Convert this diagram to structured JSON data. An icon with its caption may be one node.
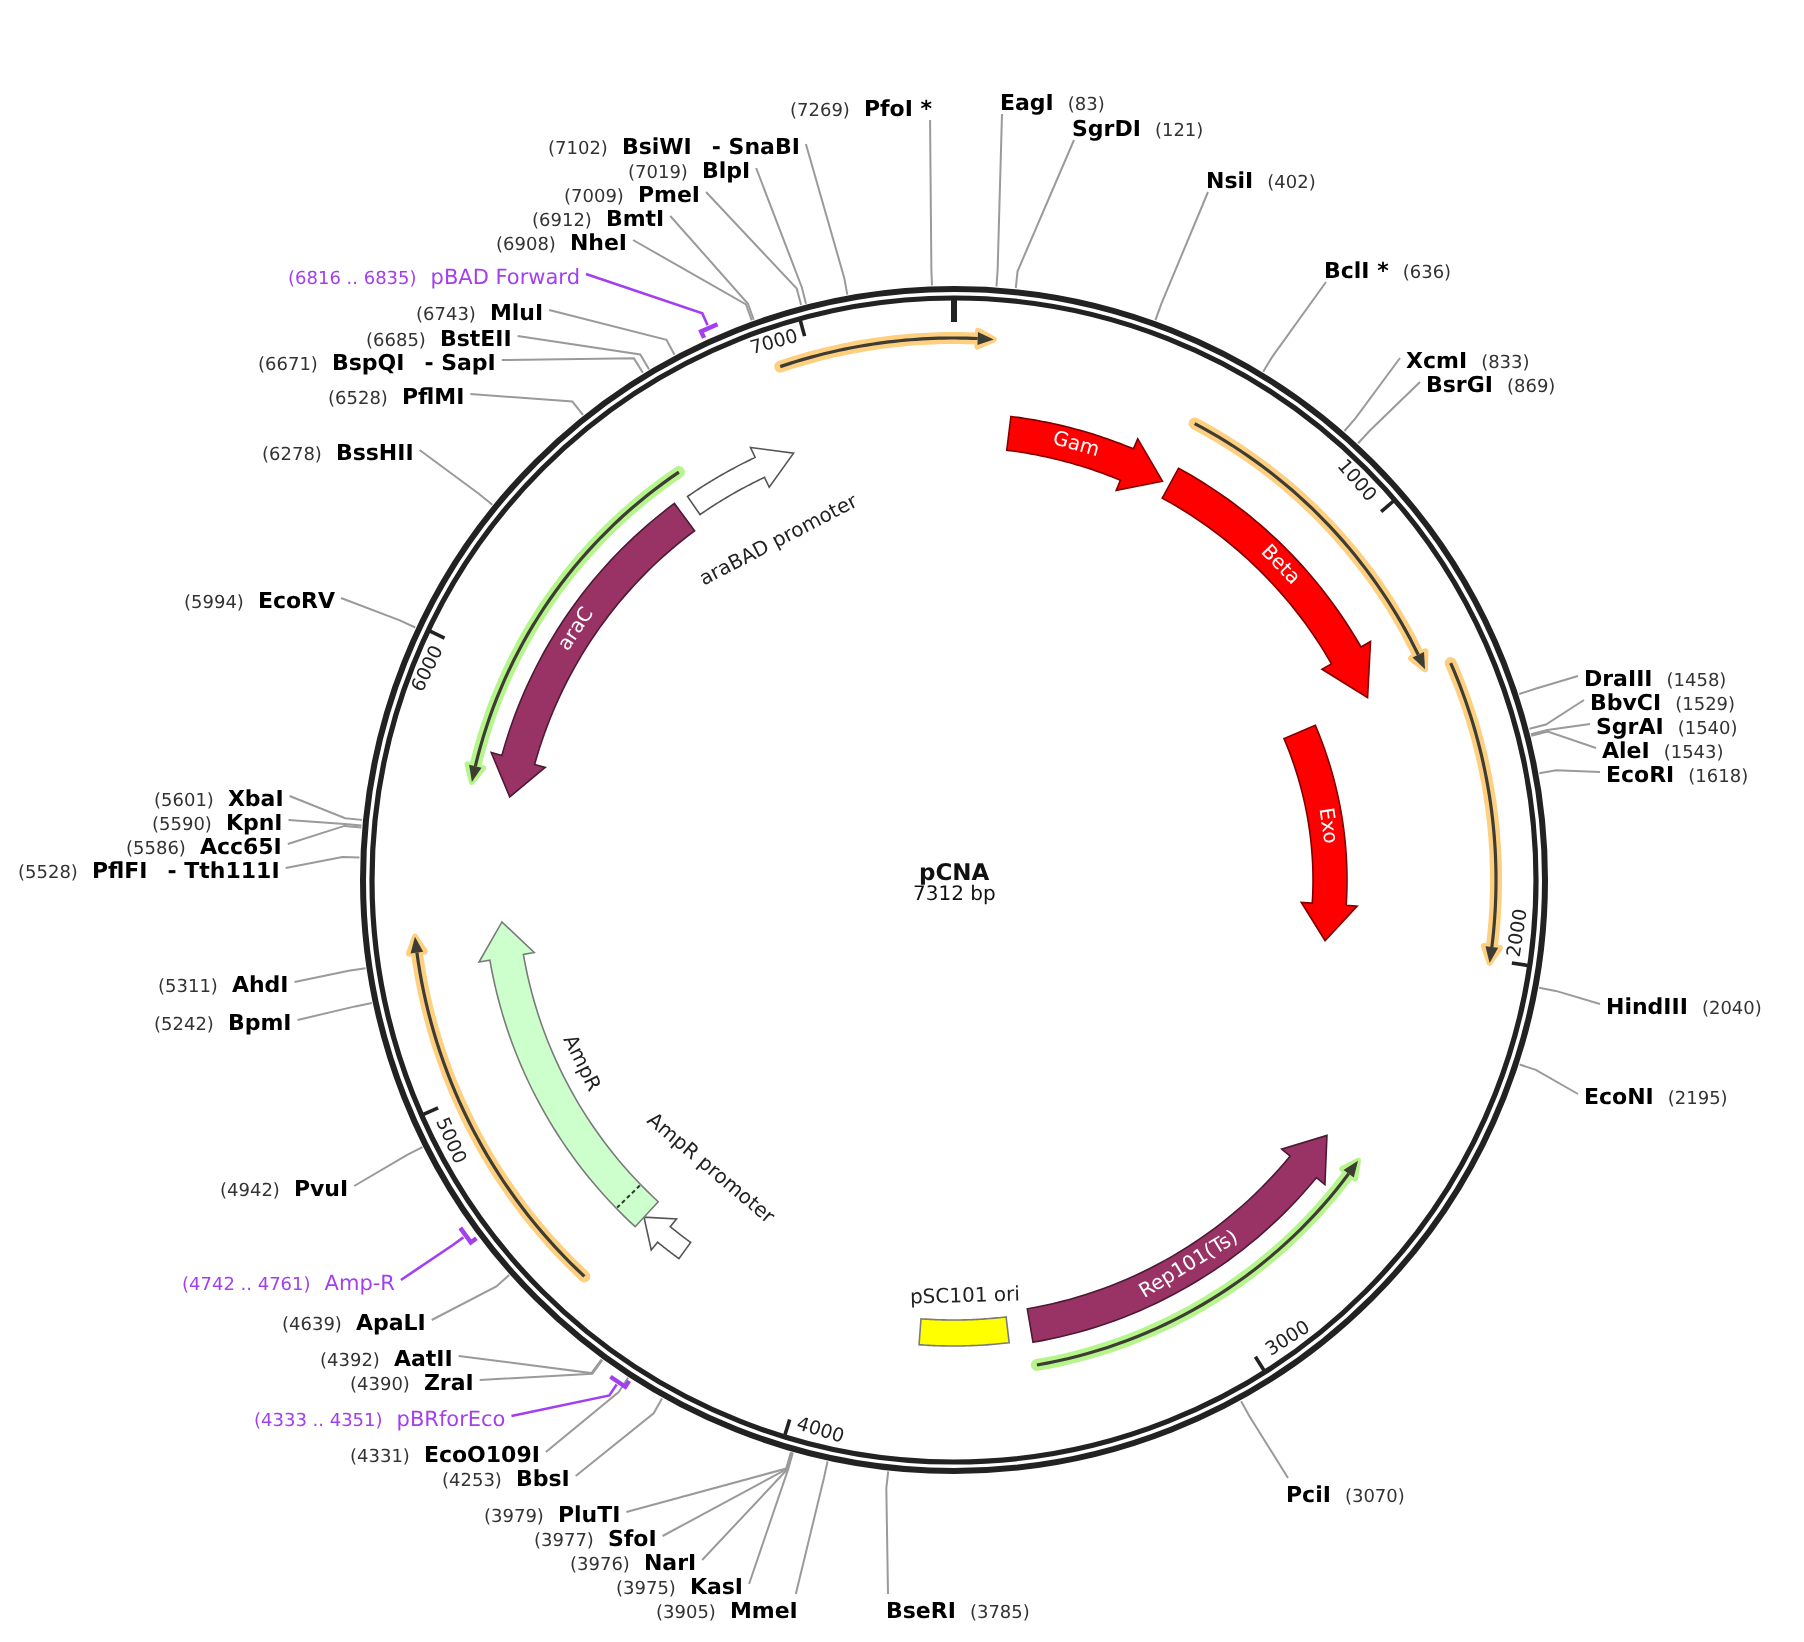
{
  "diagram": {
    "nodes": [
      {
        "text": [
          "pCNA",
          "7312 bp"
        ]
      },
      {
        "text": [
          "Gam"
        ],
        "in": 0
      },
      {
        "text": [
          "Beta"
        ],
        "in": 0
      },
      {
        "text": [
          "Exo"
        ],
        "in": 0
      },
      {
        "text": [
          "Rep101(Ts)"
        ],
        "in": 0
      },
      {
        "text": [
          "pSC101 ori"
        ],
        "in": 0
      },
      {
        "text": [
          "AmpR promoter"
        ],
        "in": 0
      },
      {
        "text": [
          "AmpR"
        ],
        "in": 0
      },
      {
        "text": [
          "araC"
        ],
        "in": 0
      },
      {
        "text": [
          "araBAD promoter"
        ],
        "in": 0
      },
      {
        "text": [
          "EagI",
          "(83)"
        ]
      },
      {
        "text": [
          "SgrDI",
          "(121)"
        ]
      },
      {
        "text": [
          "NsiI",
          "(402)"
        ]
      },
      {
        "text": [
          "BclI *",
          "(636)"
        ]
      },
      {
        "text": [
          "XcmI",
          "(833)"
        ]
      },
      {
        "text": [
          "BsrGI",
          "(869)"
        ]
      },
      {
        "text": [
          "DraIII",
          "(1458)"
        ]
      },
      {
        "text": [
          "BbvCI",
          "(1529)"
        ]
      },
      {
        "text": [
          "SgrAI",
          "(1540)"
        ]
      },
      {
        "text": [
          "AleI",
          "(1543)"
        ]
      },
      {
        "text": [
          "EcoRI",
          "(1618)"
        ]
      },
      {
        "text": [
          "HindIII",
          "(2040)"
        ]
      },
      {
        "text": [
          "EcoNI",
          "(2195)"
        ]
      },
      {
        "text": [
          "PciI",
          "(3070)"
        ]
      },
      {
        "text": [
          "BseRI",
          "(3785)"
        ]
      },
      {
        "text": [
          "(3905)",
          "MmeI"
        ]
      },
      {
        "text": [
          "(3975)",
          "KasI"
        ]
      },
      {
        "text": [
          "(3976)",
          "NarI"
        ]
      },
      {
        "text": [
          "(3977)",
          "SfoI"
        ]
      },
      {
        "text": [
          "(3979)",
          "PluTI"
        ]
      },
      {
        "text": [
          "(4253)",
          "BbsI"
        ]
      },
      {
        "text": [
          "(4331)",
          "EcoO109I"
        ]
      },
      {
        "text": [
          "(4333 .. 4351)",
          "pBRforEco"
        ]
      },
      {
        "text": [],
        "shape": "bar"
      },
      {
        "text": [
          "(4390)",
          "ZraI"
        ]
      },
      {
        "text": [
          "(4392)",
          "AatII"
        ]
      },
      {
        "text": [
          "(4639)",
          "ApaLI"
        ]
      },
      {
        "text": [
          "(4742 .. 4761)",
          "Amp-R"
        ]
      },
      {
        "text": [],
        "shape": "bar"
      },
      {
        "text": [
          "(4942)",
          "PvuI"
        ]
      },
      {
        "text": [
          "(5242)",
          "BpmI"
        ]
      },
      {
        "text": [
          "(5311)",
          "AhdI"
        ]
      },
      {
        "text": [
          "(5528)",
          "PflFI",
          "- Tth111I"
        ]
      },
      {
        "text": [
          "(5586)",
          "Acc65I"
        ]
      },
      {
        "text": [
          "(5590)",
          "KpnI"
        ]
      },
      {
        "text": [
          "(5601)",
          "XbaI"
        ]
      },
      {
        "text": [
          "(5994)",
          "EcoRV"
        ]
      },
      {
        "text": [
          "(6278)",
          "BssHII"
        ]
      },
      {
        "text": [
          "(6528)",
          "PflMI"
        ]
      },
      {
        "text": [
          "(6671)",
          "BspQI",
          "- SapI"
        ]
      },
      {
        "text": [
          "(6685)",
          "BstEII"
        ]
      },
      {
        "text": [
          "(6743)",
          "MluI"
        ]
      },
      {
        "text": [
          "(6816 .. 6835)",
          "pBAD Forward"
        ]
      },
      {
        "text": [],
        "shape": "bar"
      },
      {
        "text": [
          "(6908)",
          "NheI"
        ]
      },
      {
        "text": [
          "(6912)",
          "BmtI"
        ]
      },
      {
        "text": [
          "(7009)",
          "PmeI"
        ]
      },
      {
        "text": [
          "(7019)",
          "BlpI"
        ]
      },
      {
        "text": [
          "(7102)",
          "BsiWI",
          "- SnaBI"
        ]
      },
      {
        "text": [
          "(7269)",
          "PfoI *"
        ]
      }
    ],
    "edges": [
      {
        "from": 10,
        "to": 0,
        "arrow": "none"
      },
      {
        "from": 11,
        "to": 0,
        "arrow": "none"
      },
      {
        "from": 12,
        "to": 0,
        "arrow": "none"
      },
      {
        "from": 13,
        "to": 0,
        "arrow": "none"
      },
      {
        "from": 14,
        "to": 0,
        "arrow": "none"
      },
      {
        "from": 15,
        "to": 0,
        "arrow": "none"
      },
      {
        "from": 16,
        "to": 0,
        "arrow": "none"
      },
      {
        "from": 17,
        "to": 0,
        "arrow": "none"
      },
      {
        "from": 18,
        "to": 0,
        "arrow": "none"
      },
      {
        "from": 19,
        "to": 0,
        "arrow": "none"
      },
      {
        "from": 20,
        "to": 0,
        "arrow": "none"
      },
      {
        "from": 21,
        "to": 0,
        "arrow": "none"
      },
      {
        "from": 22,
        "to": 0,
        "arrow": "none"
      },
      {
        "from": 23,
        "to": 0,
        "arrow": "none"
      },
      {
        "from": 24,
        "to": 0,
        "arrow": "none"
      },
      {
        "from": 25,
        "to": 0,
        "arrow": "none"
      },
      {
        "from": 26,
        "to": 0,
        "arrow": "none"
      },
      {
        "from": 27,
        "to": 0,
        "arrow": "none"
      },
      {
        "from": 28,
        "to": 0,
        "arrow": "none"
      },
      {
        "from": 29,
        "to": 0,
        "arrow": "none"
      },
      {
        "from": 30,
        "to": 0,
        "arrow": "none"
      },
      {
        "from": 31,
        "to": 0,
        "arrow": "none"
      },
      {
        "from": 32,
        "to": 33,
        "arrow": "none",
        "color": "#a23ff0"
      },
      {
        "from": 34,
        "to": 0,
        "arrow": "none"
      },
      {
        "from": 35,
        "to": 0,
        "arrow": "none"
      },
      {
        "from": 36,
        "to": 0,
        "arrow": "none"
      },
      {
        "from": 37,
        "to": 38,
        "arrow": "none",
        "color": "#a23ff0"
      },
      {
        "from": 39,
        "to": 0,
        "arrow": "none"
      },
      {
        "from": 40,
        "to": 0,
        "arrow": "none"
      },
      {
        "from": 41,
        "to": 0,
        "arrow": "none"
      },
      {
        "from": 42,
        "to": 0,
        "arrow": "none"
      },
      {
        "from": 43,
        "to": 0,
        "arrow": "none"
      },
      {
        "from": 44,
        "to": 0,
        "arrow": "none"
      },
      {
        "from": 45,
        "to": 0,
        "arrow": "none"
      },
      {
        "from": 46,
        "to": 0,
        "arrow": "none"
      },
      {
        "from": 47,
        "to": 0,
        "arrow": "none"
      },
      {
        "from": 48,
        "to": 0,
        "arrow": "none"
      },
      {
        "from": 49,
        "to": 0,
        "arrow": "none"
      },
      {
        "from": 50,
        "to": 0,
        "arrow": "none"
      },
      {
        "from": 51,
        "to": 0,
        "arrow": "none"
      },
      {
        "from": 52,
        "to": 53,
        "arrow": "none",
        "color": "#a23ff0"
      },
      {
        "from": 54,
        "to": 0,
        "arrow": "none"
      },
      {
        "from": 55,
        "to": 0,
        "arrow": "none"
      },
      {
        "from": 56,
        "to": 0,
        "arrow": "none"
      },
      {
        "from": 57,
        "to": 0,
        "arrow": "none"
      },
      {
        "from": 58,
        "to": 0,
        "arrow": "none"
      },
      {
        "from": 59,
        "to": 0,
        "arrow": "none"
      }
    ],
    "labels": [
      "1000",
      "2000",
      "3000",
      "4000",
      "5000",
      "6000",
      "7000"
    ]
  }
}
